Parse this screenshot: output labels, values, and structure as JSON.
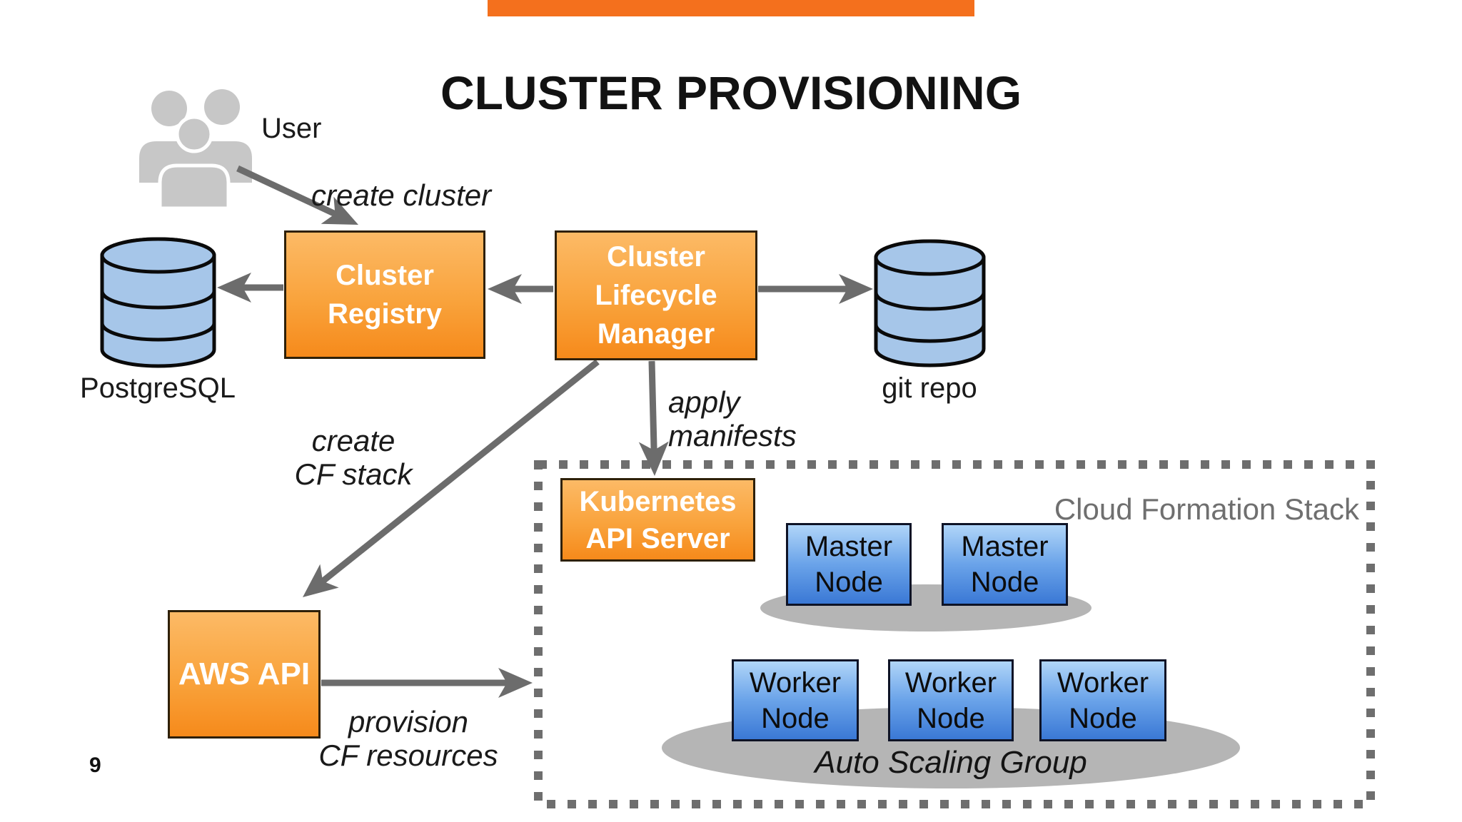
{
  "slide": {
    "title": "CLUSTER PROVISIONING",
    "page_number": "9"
  },
  "colors": {
    "accent_bar": "#f4701d",
    "box_orange_top": "#fcba66",
    "box_orange_bottom": "#f68a1b",
    "node_blue_top": "#b0d5f8",
    "node_blue_bottom": "#3a78d5",
    "cylinder_blue": "#a6c6e9",
    "arrow_gray": "#6c6c6c",
    "group_ellipse_gray": "#b5b5b5",
    "dotted_border_gray": "#6e6e6e"
  },
  "actors": {
    "user": "User"
  },
  "components": {
    "cluster_registry": "Cluster\nRegistry",
    "cluster_lifecycle_manager": "Cluster\nLifecycle\nManager",
    "kubernetes_api_server": "Kubernetes\nAPI Server",
    "aws_api": "AWS API",
    "master_nodes": [
      "Master\nNode",
      "Master\nNode"
    ],
    "worker_nodes": [
      "Worker\nNode",
      "Worker\nNode",
      "Worker\nNode"
    ]
  },
  "datastores": {
    "postgresql": "PostgreSQL",
    "git_repo": "git repo"
  },
  "groups": {
    "cloud_formation_stack": "Cloud Formation Stack",
    "auto_scaling_group": "Auto Scaling Group"
  },
  "edge_labels": {
    "create_cluster": "create cluster",
    "apply_manifests": "apply\nmanifests",
    "create_cf_stack": "create\nCF stack",
    "provision_cf_resources": "provision\nCF resources"
  }
}
